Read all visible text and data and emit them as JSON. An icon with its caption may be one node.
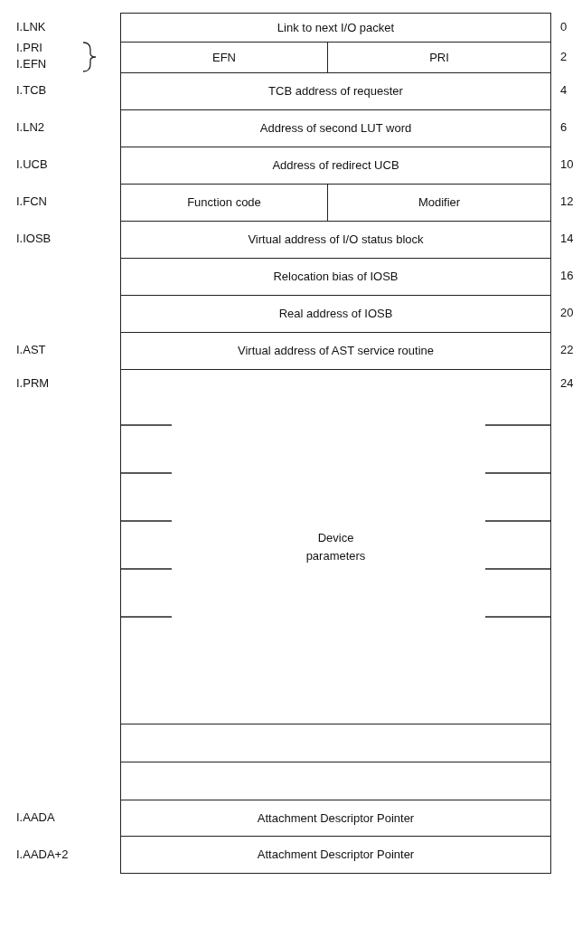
{
  "diagram": {
    "nodes": [
      {
        "text": [
          "Link to next I/O packet"
        ]
      },
      {
        "text": [
          "EFN"
        ]
      },
      {
        "text": [
          "PRI"
        ]
      },
      {
        "text": [
          "TCB address of requester"
        ]
      },
      {
        "text": [
          "Address of second LUT word"
        ]
      },
      {
        "text": [
          "Address of redirect UCB"
        ]
      },
      {
        "text": [
          "Function code"
        ]
      },
      {
        "text": [
          "Modifier"
        ]
      },
      {
        "text": [
          "Virtual address of I/O status block"
        ]
      },
      {
        "text": [
          "Relocation bias of IOSB"
        ]
      },
      {
        "text": [
          "Real address of IOSB"
        ]
      },
      {
        "text": [
          "Virtual address of AST service routine"
        ]
      },
      {
        "text": [
          "Device parameters"
        ]
      },
      {
        "text": [],
        "shape": "box"
      },
      {
        "text": [],
        "shape": "box"
      },
      {
        "text": [
          "Attachment Descriptor Pointer"
        ]
      },
      {
        "text": [
          "Attachment Descriptor Pointer"
        ]
      }
    ],
    "labels": [
      "I.LNK",
      "0",
      "I.PRI",
      "I.EFN",
      "2",
      "I.TCB",
      "4",
      "I.LN2",
      "6",
      "I.UCB",
      "10",
      "I.FCN",
      "12",
      "I.IOSB",
      "14",
      "16",
      "20",
      "I.AST",
      "22",
      "I.PRM",
      "24",
      "I.AADA",
      "I.AADA+2"
    ]
  }
}
